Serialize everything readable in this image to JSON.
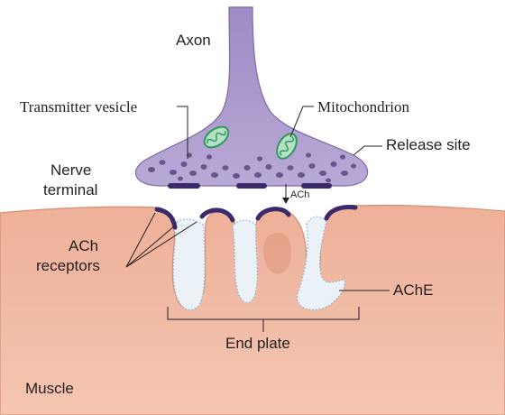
{
  "labels": {
    "axon": "Axon",
    "transmitter_vesicle": "Transmitter vesicle",
    "mitochondrion": "Mitochondrion",
    "release_site": "Release site",
    "nerve_terminal_line1": "Nerve",
    "nerve_terminal_line2": "terminal",
    "ach": "ACh",
    "ach_receptors_line1": "ACh",
    "ach_receptors_line2": "receptors",
    "ache": "AChE",
    "end_plate": "End plate",
    "muscle": "Muscle"
  },
  "colors": {
    "nerve_terminal": "#a897c9",
    "nerve_outline": "#7d6aa6",
    "vesicle": "#6c558f",
    "mitochondrion": "#3aa66a",
    "muscle": "#e9a48a",
    "muscle_edge": "#d88d72",
    "receptor_band": "#3b2a6b",
    "ache_cleft": "#e9f1f8",
    "ache_dots": "#7fb0d6"
  }
}
